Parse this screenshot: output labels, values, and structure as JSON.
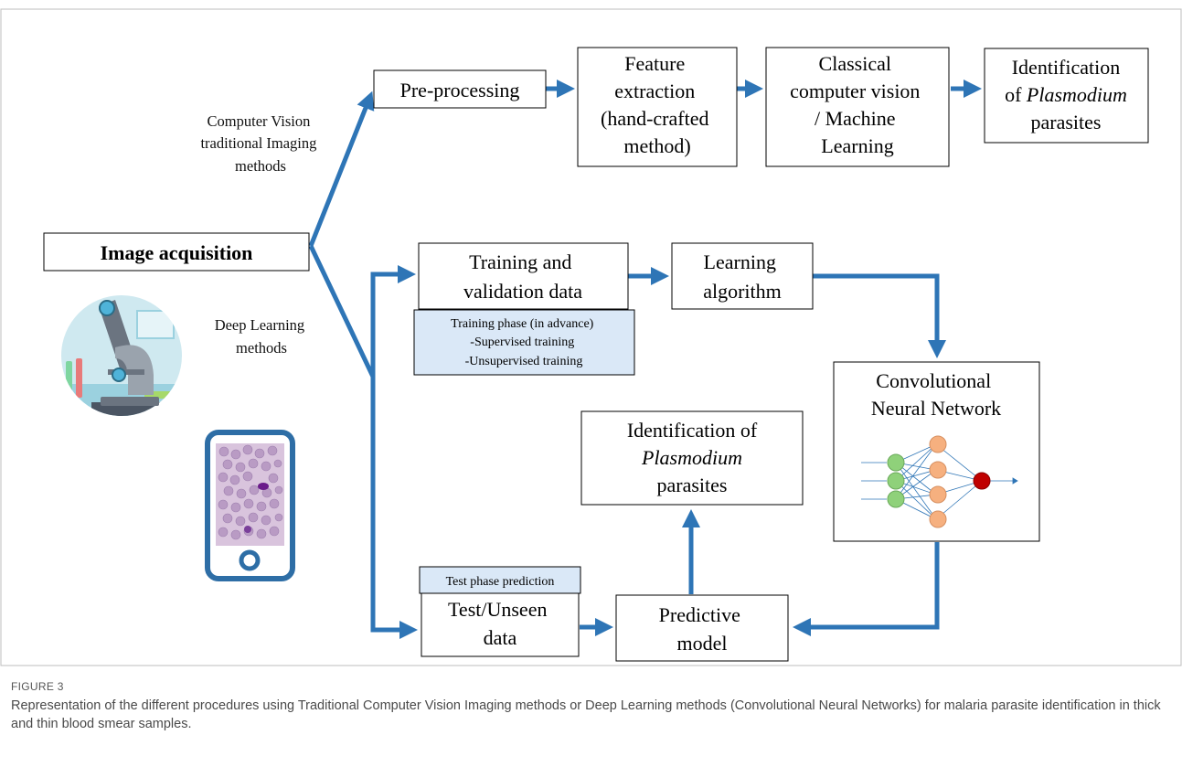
{
  "colors": {
    "arrow": "#2e75b6",
    "box_border": "#000000",
    "note_fill": "#dae8f7",
    "figure_border": "#bdbdbd",
    "node_green": "#8fd17a",
    "node_orange": "#f6b07f",
    "node_red": "#c00000"
  },
  "labels": {
    "cv_branch": [
      "Computer Vision",
      "traditional Imaging",
      "methods"
    ],
    "dl_branch": [
      "Deep Learning",
      "methods"
    ]
  },
  "boxes": {
    "image_acquisition": "Image acquisition",
    "preprocessing": "Pre-processing",
    "feature_extraction": [
      "Feature",
      "extraction",
      "(hand-crafted",
      "method)"
    ],
    "classical_cv": [
      "Classical",
      "computer vision",
      "/ Machine",
      "Learning"
    ],
    "identification_top": {
      "line1": "Identification",
      "of_word": "of ",
      "italic": "Plasmodium",
      "line3": "parasites"
    },
    "training_data": [
      "Training and",
      "validation data"
    ],
    "learning_algorithm": [
      "Learning",
      "algorithm"
    ],
    "cnn": [
      "Convolutional",
      "Neural Network"
    ],
    "identification_mid": {
      "line1": "Identification of",
      "italic": "Plasmodium",
      "line3": "parasites"
    },
    "test_data": [
      "Test/Unseen",
      "data"
    ],
    "predictive_model": [
      "Predictive",
      "model"
    ]
  },
  "notes": {
    "training_phase": [
      "Training phase (in advance)",
      "-Supervised training",
      "-Unsupervised training"
    ],
    "test_phase": "Test phase prediction"
  },
  "icons": {
    "microscope": "microscope-icon",
    "smartphone": "smartphone-blood-smear-icon",
    "network": "neural-network-icon"
  },
  "caption": {
    "label": "FIGURE 3",
    "text": "Representation of the different procedures using Traditional Computer Vision Imaging methods or Deep Learning methods (Convolutional Neural Networks) for malaria parasite identification in thick and thin blood smear samples."
  }
}
